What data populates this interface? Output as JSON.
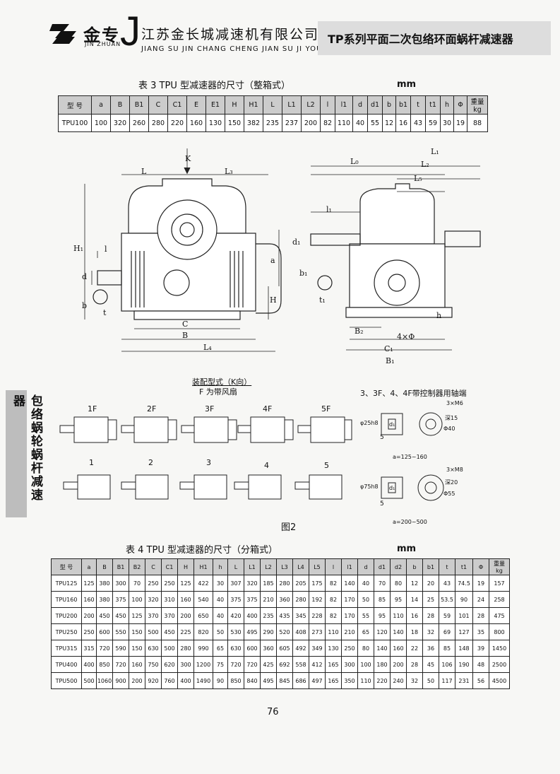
{
  "header": {
    "brand": "金专",
    "brand_en": "JIN ZHUAN",
    "initial": "J",
    "company": "江苏金长城减速机有限公司",
    "company_en": "JIANG SU JIN CHANG CHENG JIAN SU JI YOU XIAN GONG SI",
    "title": "TP系列平面二次包络环面蜗杆减速器"
  },
  "side_tab": "包络蜗轮蜗杆减速器",
  "table3": {
    "caption": "表 3   TPU 型减速器的尺寸（整箱式）",
    "unit": "mm",
    "head": [
      "型 号",
      "a",
      "B",
      "B1",
      "C",
      "C1",
      "E",
      "E1",
      "H",
      "H1",
      "L",
      "L1",
      "L2",
      "l",
      "l1",
      "d",
      "d1",
      "b",
      "b1",
      "t",
      "t1",
      "h",
      "Φ",
      "重量 kg"
    ],
    "rows": [
      [
        "TPU100",
        "100",
        "320",
        "260",
        "280",
        "220",
        "160",
        "130",
        "150",
        "382",
        "235",
        "237",
        "200",
        "82",
        "110",
        "40",
        "55",
        "12",
        "16",
        "43",
        "59",
        "30",
        "19",
        "88"
      ]
    ]
  },
  "figure": {
    "k_label": "K",
    "dims_left": {
      "L": "L",
      "L3": "L₃",
      "H1": "H₁",
      "l": "l",
      "d": "d",
      "a": "a",
      "H": "H",
      "b": "b",
      "t": "t",
      "C": "C",
      "B": "B",
      "L4": "L₄"
    },
    "dims_right": {
      "L1": "L₁",
      "L0": "L₀",
      "L2": "L₂",
      "l1": "l₁",
      "L5": "L₅",
      "d1": "d₁",
      "b1": "b₁",
      "t1": "t₁",
      "h": "h",
      "B2": "B₂",
      "four_phi": "4×Φ",
      "C1": "C₁",
      "B1": "B₁"
    },
    "assembly_title": "装配型式（K向）",
    "assembly_sub": "F 为带风扇",
    "top_labels": [
      "1F",
      "2F",
      "3F",
      "4F",
      "5F"
    ],
    "bottom_labels": [
      "1",
      "2",
      "3",
      "4",
      "5"
    ],
    "shaft_end_title": "3、3F、4、4F带控制器用轴端",
    "detail1": {
      "d": "φ25h8",
      "bolts": "3×M6",
      "depth": "深15",
      "circle": "Φ40",
      "five": "5",
      "range": "a=125~160",
      "d1": "d₁"
    },
    "detail2": {
      "d": "φ75h8",
      "bolts": "3×M8",
      "depth": "深20",
      "circle": "Φ55",
      "five": "5",
      "range": "a=200~500",
      "d1": "d₁"
    },
    "caption": "图2"
  },
  "table4": {
    "caption": "表 4   TPU 型减速器的尺寸（分箱式）",
    "unit": "mm",
    "head": [
      "型 号",
      "a",
      "B",
      "B1",
      "B2",
      "C",
      "C1",
      "H",
      "H1",
      "h",
      "L",
      "L1",
      "L2",
      "L3",
      "L4",
      "L5",
      "l",
      "l1",
      "d",
      "d1",
      "d2",
      "b",
      "b1",
      "t",
      "t1",
      "Φ",
      "重量 kg"
    ],
    "rows": [
      [
        "TPU125",
        "125",
        "380",
        "300",
        "70",
        "250",
        "250",
        "125",
        "422",
        "30",
        "307",
        "320",
        "185",
        "280",
        "205",
        "175",
        "82",
        "140",
        "40",
        "70",
        "80",
        "12",
        "20",
        "43",
        "74.5",
        "19",
        "157"
      ],
      [
        "TPU160",
        "160",
        "380",
        "375",
        "100",
        "320",
        "310",
        "160",
        "540",
        "40",
        "375",
        "375",
        "210",
        "360",
        "280",
        "192",
        "82",
        "170",
        "50",
        "85",
        "95",
        "14",
        "25",
        "53.5",
        "90",
        "24",
        "258"
      ],
      [
        "TPU200",
        "200",
        "450",
        "450",
        "125",
        "370",
        "370",
        "200",
        "650",
        "40",
        "420",
        "400",
        "235",
        "435",
        "345",
        "228",
        "82",
        "170",
        "55",
        "95",
        "110",
        "16",
        "28",
        "59",
        "101",
        "28",
        "475"
      ],
      [
        "TPU250",
        "250",
        "600",
        "550",
        "150",
        "500",
        "450",
        "225",
        "820",
        "50",
        "530",
        "495",
        "290",
        "520",
        "408",
        "273",
        "110",
        "210",
        "65",
        "120",
        "140",
        "18",
        "32",
        "69",
        "127",
        "35",
        "800"
      ],
      [
        "TPU315",
        "315",
        "720",
        "590",
        "150",
        "630",
        "500",
        "280",
        "990",
        "65",
        "630",
        "600",
        "360",
        "605",
        "492",
        "349",
        "130",
        "250",
        "80",
        "140",
        "160",
        "22",
        "36",
        "85",
        "148",
        "39",
        "1450"
      ],
      [
        "TPU400",
        "400",
        "850",
        "720",
        "160",
        "750",
        "620",
        "300",
        "1200",
        "75",
        "720",
        "720",
        "425",
        "692",
        "558",
        "412",
        "165",
        "300",
        "100",
        "180",
        "200",
        "28",
        "45",
        "106",
        "190",
        "48",
        "2500"
      ],
      [
        "TPU500",
        "500",
        "1060",
        "900",
        "200",
        "920",
        "760",
        "400",
        "1490",
        "90",
        "850",
        "840",
        "495",
        "845",
        "686",
        "497",
        "165",
        "350",
        "110",
        "220",
        "240",
        "32",
        "50",
        "117",
        "231",
        "56",
        "4500"
      ]
    ]
  },
  "page_number": "76"
}
